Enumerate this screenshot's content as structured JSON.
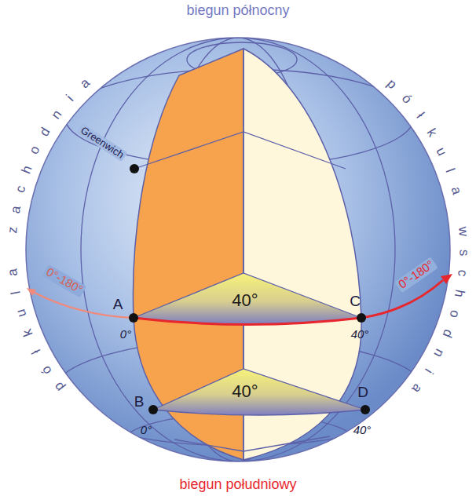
{
  "diagram": {
    "labels": [
      "biegun północny",
      "półkula zachodnia",
      "półkula wschodnia",
      "Greenwich",
      "0°-180°",
      "0°-180°",
      "40°",
      "A",
      "0°",
      "C",
      "40°",
      "40°",
      "B",
      "0°",
      "D",
      "40°",
      "biegun południowy"
    ]
  }
}
